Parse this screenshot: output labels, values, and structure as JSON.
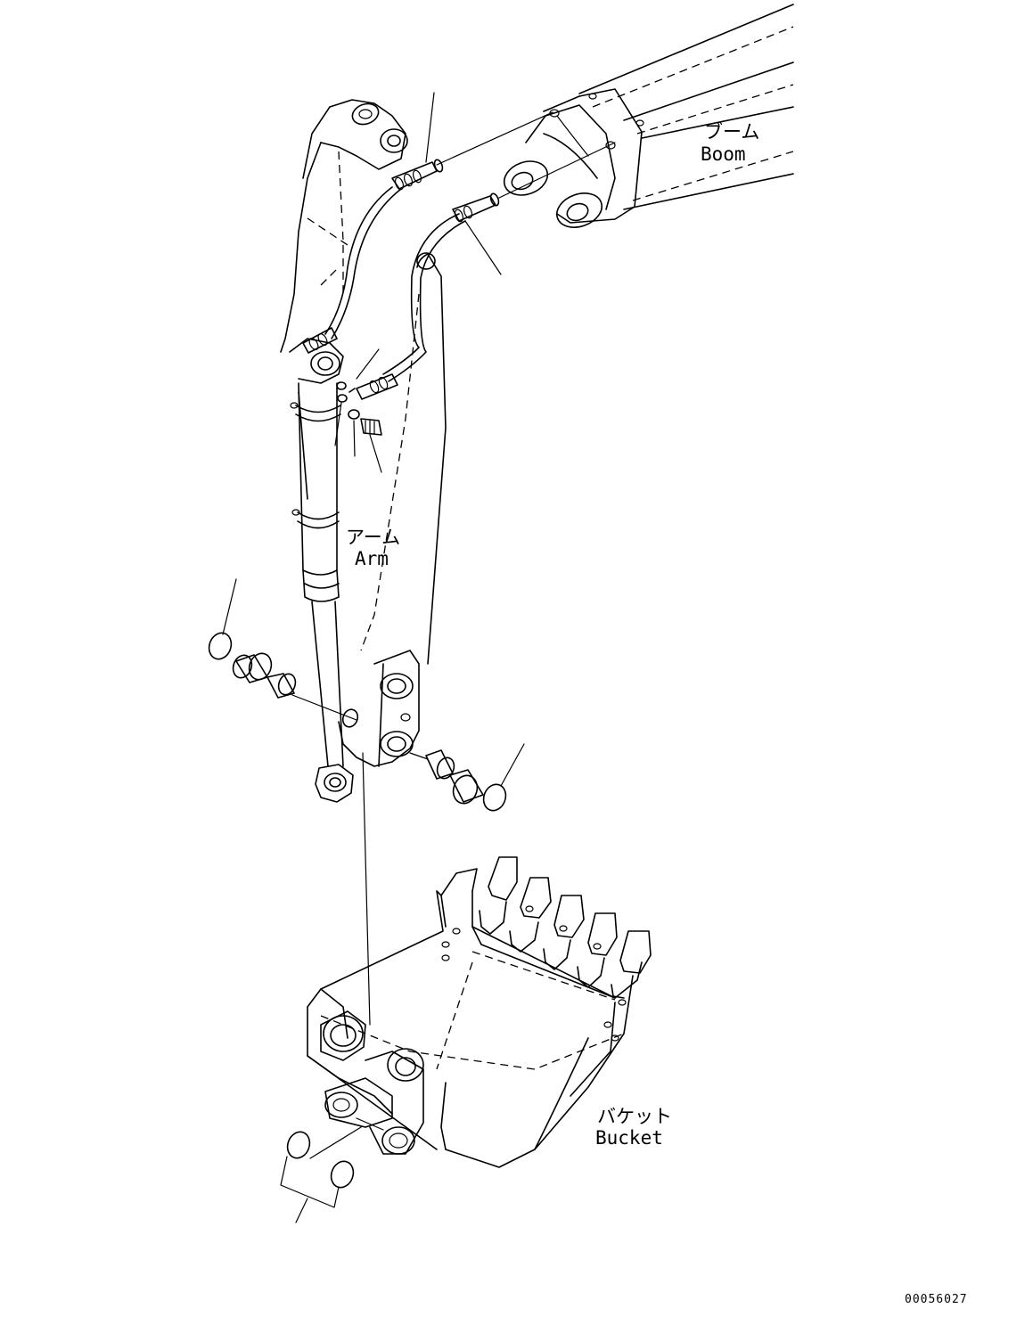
{
  "labels": {
    "boom_jp": "ブーム",
    "boom_en": "Boom",
    "arm_jp": "アーム",
    "arm_en": "Arm",
    "bucket_jp": "バケット",
    "bucket_en": "Bucket"
  },
  "drawing_code": "00056027",
  "colors": {
    "line": "#000000",
    "background": "#ffffff"
  }
}
